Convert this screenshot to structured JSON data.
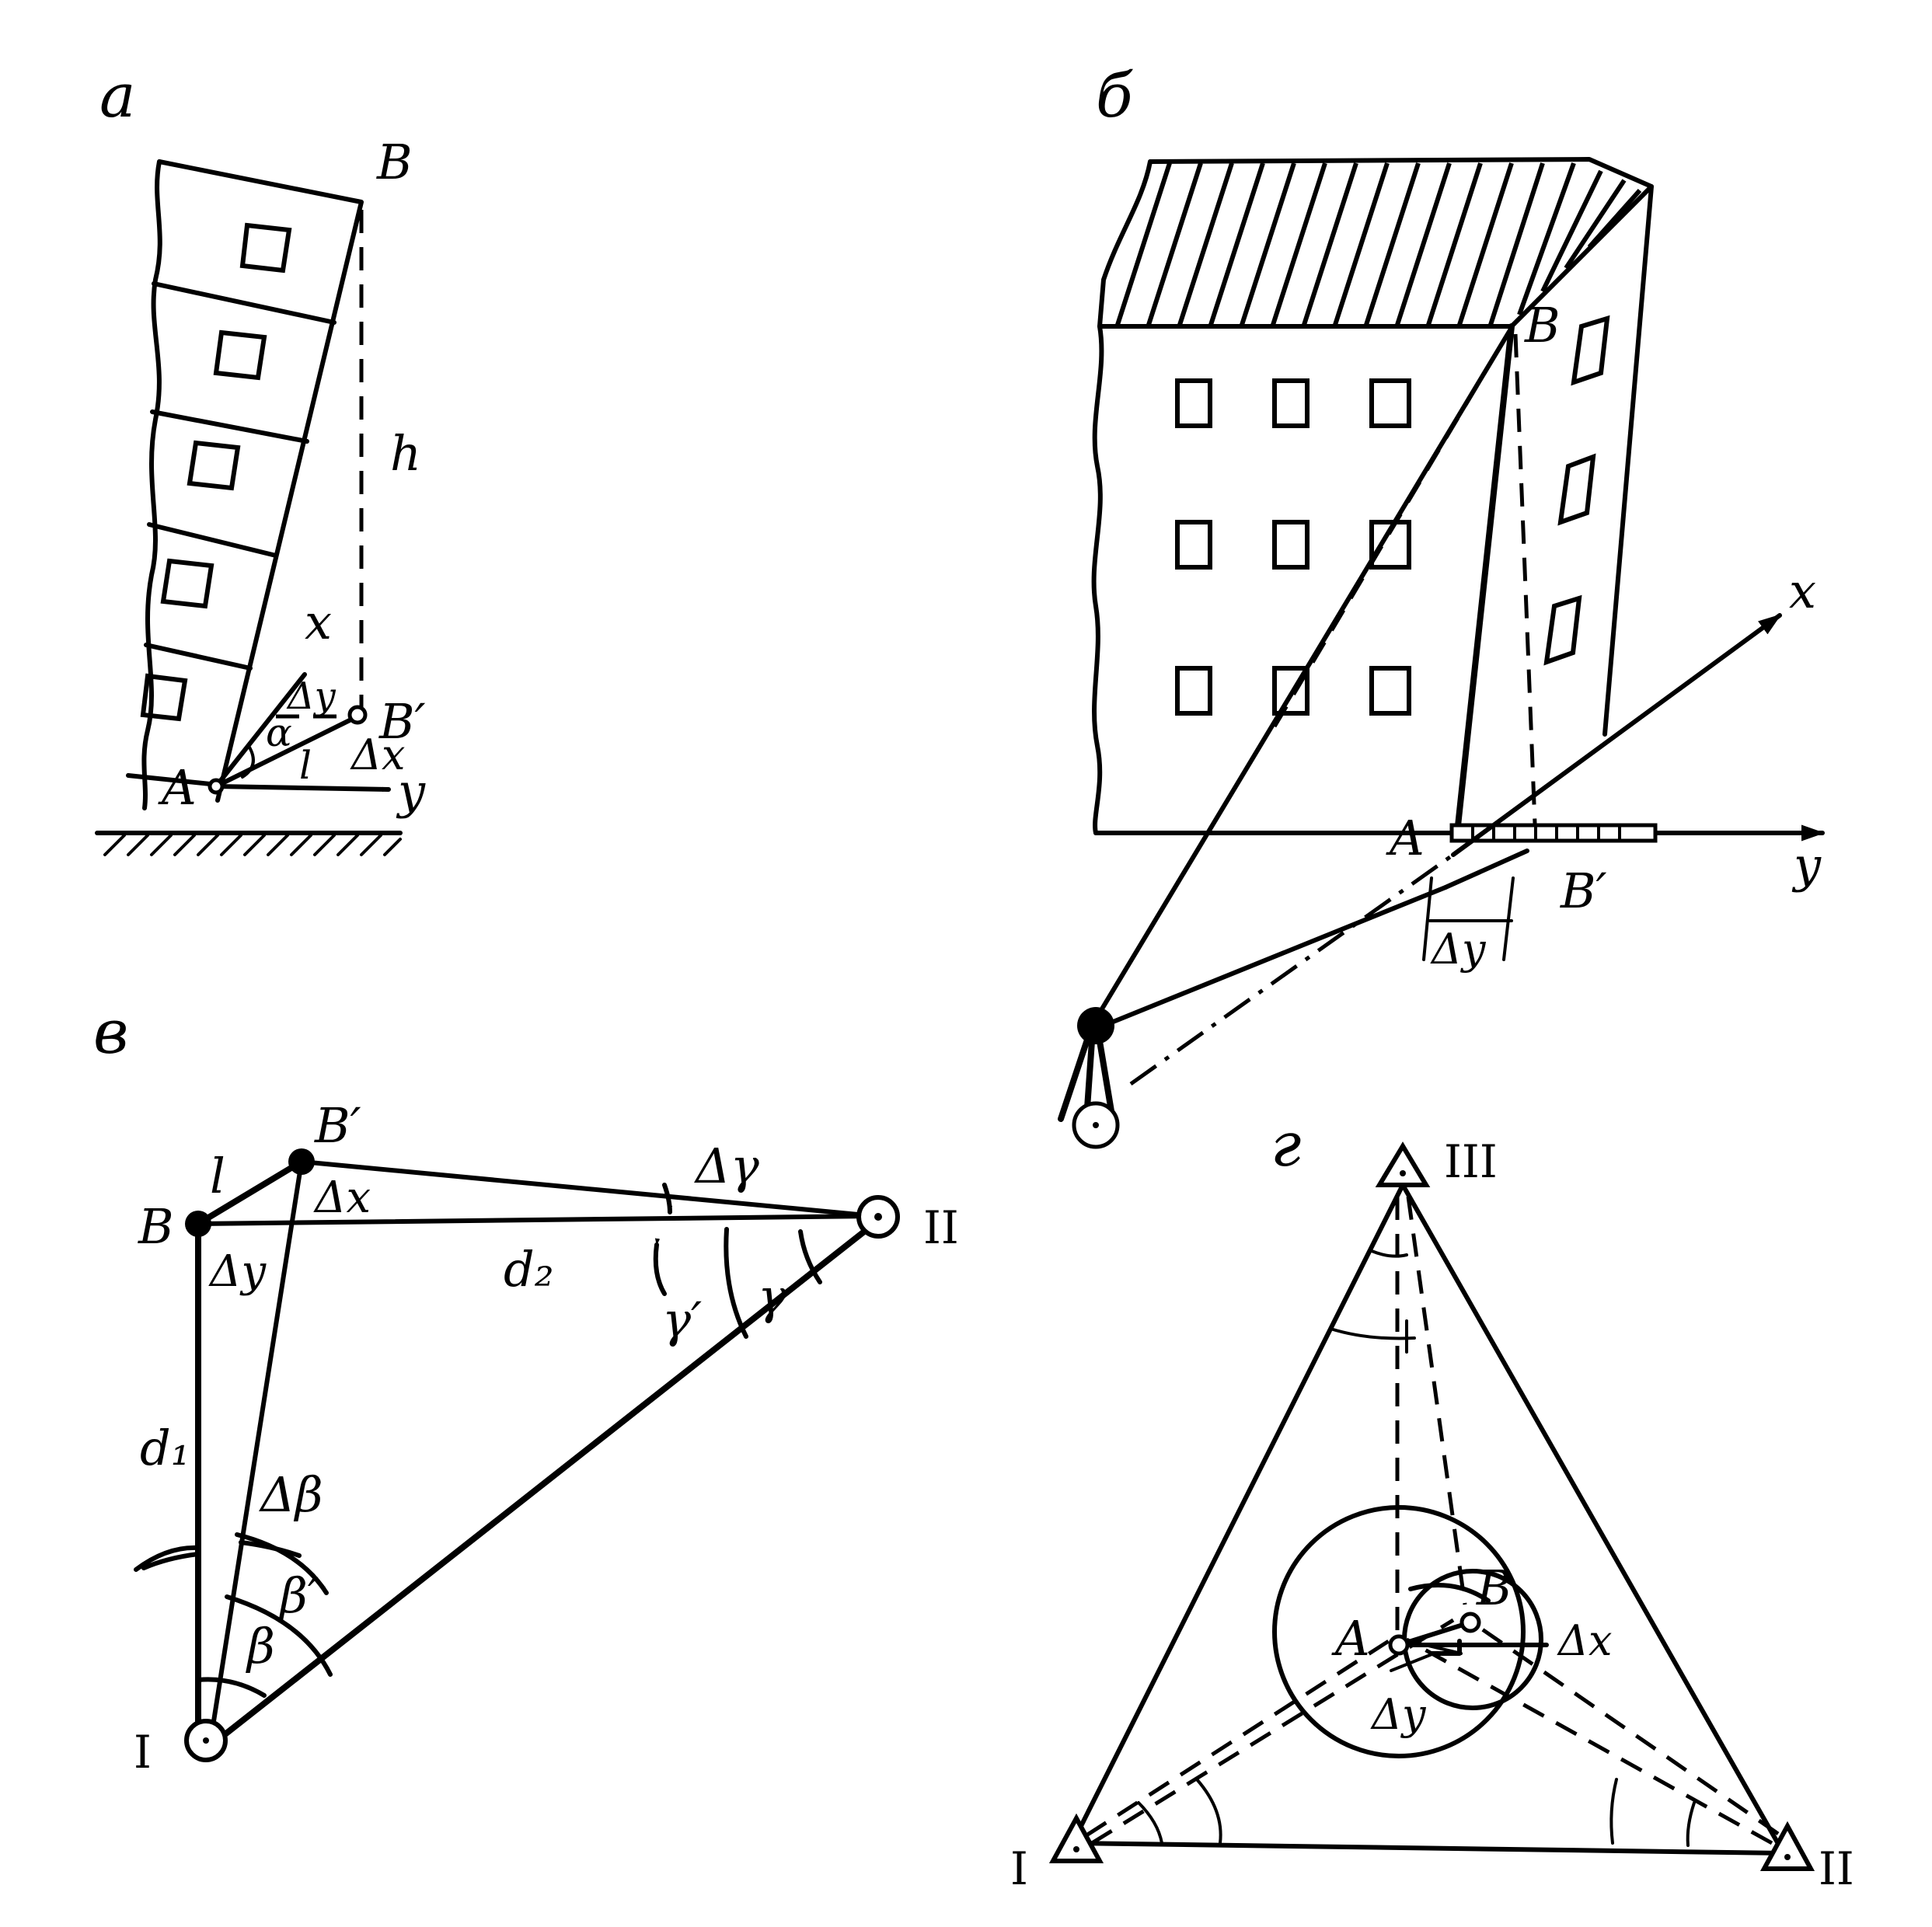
{
  "panels": {
    "a": {
      "label": "а",
      "points": {
        "A": "A",
        "B": "B",
        "B_prime": "B′"
      },
      "quantities": {
        "h": "h",
        "dx": "Δx",
        "dy": "Δy",
        "alpha": "α",
        "l": "l"
      },
      "axes": {
        "x": "x",
        "y": "y"
      }
    },
    "b": {
      "label": "б",
      "points": {
        "A": "A",
        "B": "B",
        "B_prime": "B′"
      },
      "quantities": {
        "dy": "Δy"
      },
      "axes": {
        "x": "x",
        "y": "y"
      }
    },
    "v": {
      "label": "в",
      "points": {
        "B": "B",
        "B_prime": "B′",
        "I": "I",
        "II": "II"
      },
      "quantities": {
        "l": "l",
        "dx": "Δx",
        "dy": "Δy",
        "d1": "d₁",
        "d2": "d₂",
        "dbeta": "Δβ",
        "beta": "β",
        "beta_prime": "β′",
        "dgamma": "Δγ",
        "gamma": "γ",
        "gamma_prime": "γ′"
      }
    },
    "g": {
      "label": "г",
      "points": {
        "A": "A",
        "B": "B",
        "I": "I",
        "II": "II",
        "III": "III"
      },
      "quantities": {
        "dx": "Δx",
        "dy": "Δy"
      }
    }
  }
}
